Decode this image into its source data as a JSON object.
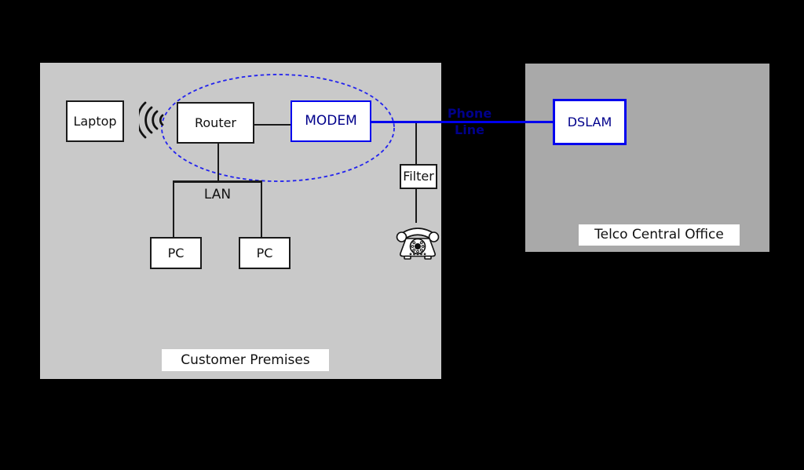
{
  "regions": {
    "customer_premises": {
      "label": "Customer Premises"
    },
    "telco_central_office": {
      "label": "Telco Central Office"
    }
  },
  "nodes": {
    "laptop": "Laptop",
    "router": "Router",
    "modem": "MODEM",
    "lan": "LAN",
    "pc_left": "PC",
    "pc_right": "PC",
    "filter": "Filter",
    "dslam": "DSLAM"
  },
  "connections": {
    "phone_line_label": {
      "word1": "Phone",
      "word2": "Line"
    }
  },
  "icons": {
    "wifi": "wifi-waves-icon",
    "phone": "rotary-phone-icon"
  },
  "colors": {
    "background": "#000000",
    "customer_premises_fill": "#c9c9c9",
    "telco_fill": "#a9a9a9",
    "node_fill": "#ffffff",
    "node_border": "#1a1a1a",
    "dsl_blue": "#0000ee",
    "navy_text": "#00008b",
    "ellipse_dash_blue": "#2222ee"
  }
}
